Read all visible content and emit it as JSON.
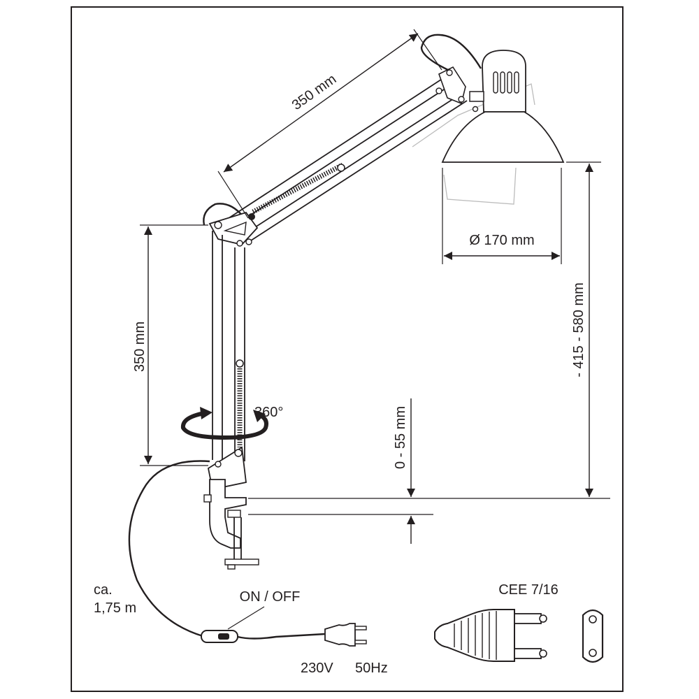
{
  "labels": {
    "arm_upper_length": "350 mm",
    "arm_lower_length": "350 mm",
    "shade_diameter": "Ø 170 mm",
    "height_range": "- 415 - 580 mm",
    "clamp_range": "0 - 55 mm",
    "rotation": "360°",
    "cable_prefix": "ca.",
    "cable_length": "1,75 m",
    "switch": "ON / OFF",
    "voltage": "230V",
    "frequency": "50Hz",
    "plug_standard": "CEE 7/16"
  },
  "colors": {
    "line": "#231f20",
    "shade_fill": "#ffffff",
    "ghost": "#bcbcbc",
    "background": "#ffffff"
  },
  "icons": [
    "rotation-arrow-icon",
    "euro-plug-icon",
    "socket-outline-icon",
    "inline-switch-icon"
  ]
}
